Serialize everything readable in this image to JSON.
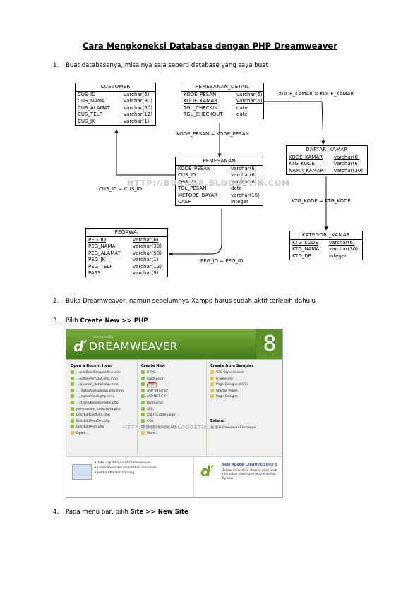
{
  "title": "Cara Mengkoneksi Database dengan PHP Dreamweaver",
  "steps": [
    {
      "num": "1.",
      "text": "Buat databasenya, misalnya saja seperti database yang saya buat"
    },
    {
      "num": "2.",
      "text": "Buka Dreamweaver, namun sebelumnya Xampp harus sudah aktif terlebih dahulu"
    },
    {
      "num": "3.",
      "pre": "Pilih ",
      "bold": "Create New >> PHP"
    },
    {
      "num": "4.",
      "pre": "Pada menu bar, pilih ",
      "bold": "Site >> New Site"
    }
  ],
  "diagram": {
    "watermark": "HTTP://BUKUGA.BLOGDETIK.COM",
    "tables": {
      "customer": {
        "name": "CUSTOMER",
        "rows": [
          {
            "f": "CUS_ID",
            "t": "varchar(6)"
          },
          {
            "f": "CUS_NAMA",
            "t": "varchar(30)"
          },
          {
            "f": "CUS_ALAMAT",
            "t": "varchar(50)"
          },
          {
            "f": "CUS_TELP",
            "t": "varchar(12)"
          },
          {
            "f": "CUS_JK",
            "t": "varchar(1)"
          }
        ]
      },
      "pemesanan_detail": {
        "name": "PEMESANAN_DETAIL",
        "rows": [
          {
            "f": "KODE_PESAN",
            "t": "varchar(6)"
          },
          {
            "f": "KODE_KAMAR",
            "t": "varchar(6)"
          },
          {
            "f": "TGL_CHECKIN",
            "t": "date"
          },
          {
            "f": "TGL_CHECKOUT",
            "t": "date"
          }
        ]
      },
      "pemesanan": {
        "name": "PEMESANAN",
        "rows": [
          {
            "f": "KODE_PESAN",
            "t": "varchar(6)"
          },
          {
            "f": "CUS_ID",
            "t": "varchar(6)"
          },
          {
            "f": "PEG_ID",
            "t": "varchar(6)"
          },
          {
            "f": "TGL_PESAN",
            "t": "date"
          },
          {
            "f": "METODE_BAYAR",
            "t": "varchar(15)"
          },
          {
            "f": "CASH",
            "t": "integer"
          }
        ]
      },
      "daftar_kamar": {
        "name": "DAFTAR_KAMAR",
        "rows": [
          {
            "f": "KODE_KAMAR",
            "t": "varchar(6)"
          },
          {
            "f": "KTG_KODE",
            "t": "varchar(6)"
          },
          {
            "f": "NAMA_KAMAR",
            "t": "varchar(30)"
          }
        ]
      },
      "pegawai": {
        "name": "PEGAWAI",
        "rows": [
          {
            "f": "PEG_ID",
            "t": "varchar(6)"
          },
          {
            "f": "PEG_NAMA",
            "t": "varchar(30)"
          },
          {
            "f": "PEG_ALAMAT",
            "t": "varchar(50)"
          },
          {
            "f": "PEG_JK",
            "t": "varchar(1)"
          },
          {
            "f": "PEG_TELP",
            "t": "varchar(12)"
          },
          {
            "f": "PASS",
            "t": "varchar(9)"
          }
        ]
      },
      "kategori_kamar": {
        "name": "KATEGORI_KAMAR",
        "rows": [
          {
            "f": "KTG_KODE",
            "t": "varchar(6)"
          },
          {
            "f": "KTG_NAMA",
            "t": "varchar(30)"
          },
          {
            "f": "KTG_DP",
            "t": "integer"
          }
        ]
      }
    },
    "relations": {
      "kode_kamar": "KODE_KAMAR = KODE_KAMAR",
      "kode_pesan": "KODE_PESAN = KODE_PESAN",
      "cus_id": "CUS_ID = CUS_ID",
      "ktg_kode": "KTG_KODE = KTG_KODE",
      "peg_id": "PEG_ID = PEG_ID"
    }
  },
  "dreamweaver": {
    "brand": "macromedia",
    "product": "DREAMWEAVER",
    "version": "8",
    "recent": {
      "heading": "Open a Recent Item",
      "items": [
        "...ant/Zine/ElegantZine.xml",
        "...es/DelPemDet.php.mno",
        "...layanan_detail.php.mno",
        "..._notes/pelayanan.php.mno",
        "..._notes/Cash.php.mno",
        "...ctions/KoneksiHotel.php",
        "penyewaan_hotel/nota.php",
        "Edit/EditDafKam.php",
        "Edit/EditPemDet.php",
        "Edit/EditPem.php",
        "Open..."
      ]
    },
    "create_new": {
      "heading": "Create New",
      "items": [
        "HTML",
        "ColdFusion",
        "PHP",
        "ASP VBScript",
        "ASP.NET C#",
        "JavaScript",
        "XML",
        "XSLT (Entire page)",
        "CSS",
        "Dreamweaver Site...",
        "More..."
      ]
    },
    "samples": {
      "heading": "Create from Samples",
      "items": [
        "CSS Style Sheets",
        "Framesets",
        "Page Designs (CSS)",
        "Starter Pages",
        "Page Designs"
      ]
    },
    "extend": {
      "heading": "Extend",
      "item": "Dreamweaver Exchange"
    },
    "help": [
      "Take a quick tour of Dreamweaver",
      "Learn about documentation resources",
      "Find authorized training"
    ],
    "promo": {
      "title": "New Adobe Creative Suite 5",
      "text": "Deliver innovative ideas in print, web, interactive, video and mobile design. Try now."
    },
    "watermark": "HTTP://BUKUGA.BLOGDETIK.COM"
  }
}
